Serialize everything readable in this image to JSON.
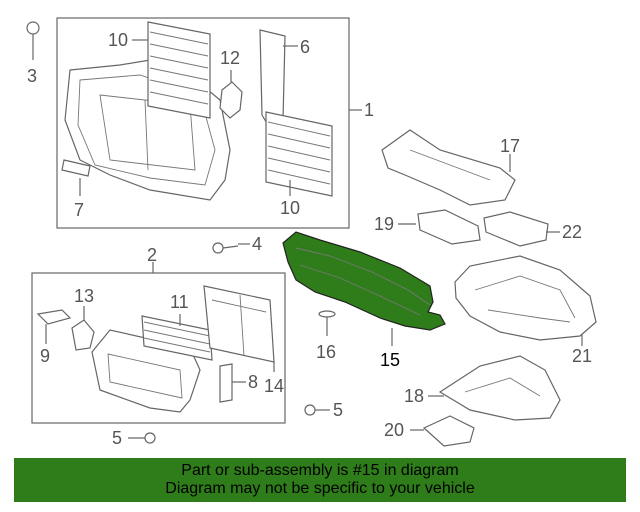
{
  "callouts": {
    "c1": "1",
    "c2": "2",
    "c3": "3",
    "c4": "4",
    "c5a": "5",
    "c5b": "5",
    "c6": "6",
    "c7": "7",
    "c8": "8",
    "c9": "9",
    "c10a": "10",
    "c10b": "10",
    "c11": "11",
    "c12": "12",
    "c13": "13",
    "c14": "14",
    "c15": "15",
    "c16": "16",
    "c17": "17",
    "c18": "18",
    "c19": "19",
    "c20": "20",
    "c21": "21",
    "c22": "22"
  },
  "highlight": {
    "part_number": "15",
    "color": "#2e7d1a"
  },
  "banner": {
    "line1": "Part or sub-assembly is #15 in diagram",
    "line2": "Diagram may not be specific to your vehicle",
    "color": "#2e7d1a"
  }
}
